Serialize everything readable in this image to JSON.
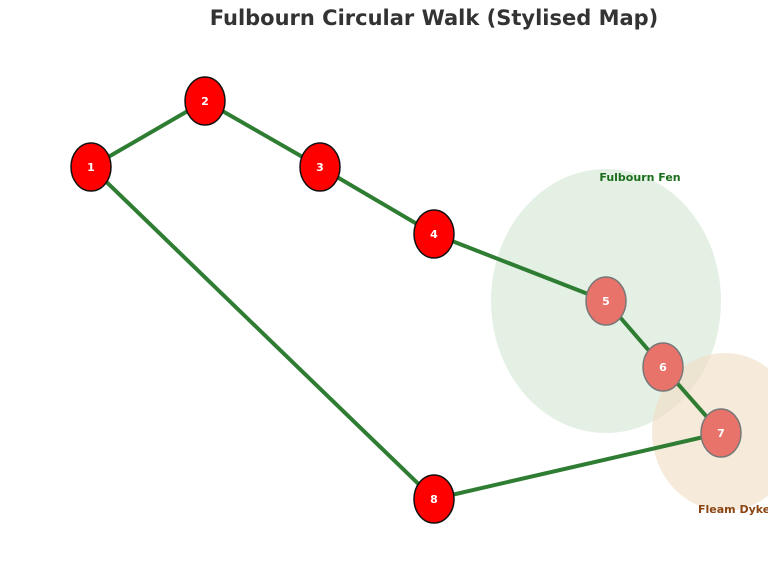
{
  "map": {
    "title": "Fulbourn Circular Walk (Stylised Map)",
    "route_color": "#2e7d32",
    "regions": [
      {
        "name": "Fulbourn Fen",
        "fill": "#d4e6d4",
        "label_color": "#1b6e1b"
      },
      {
        "name": "Fleam Dyke",
        "fill": "#f0dcc2",
        "label_color": "#8b4513"
      }
    ],
    "stops": [
      {
        "label": "1",
        "fill": "#ff0000",
        "in_region": false
      },
      {
        "label": "2",
        "fill": "#ff0000",
        "in_region": false
      },
      {
        "label": "3",
        "fill": "#ff0000",
        "in_region": false
      },
      {
        "label": "4",
        "fill": "#ff0000",
        "in_region": false
      },
      {
        "label": "5",
        "fill": "#e8736a",
        "in_region": true
      },
      {
        "label": "6",
        "fill": "#e8736a",
        "in_region": true
      },
      {
        "label": "7",
        "fill": "#e8736a",
        "in_region": true
      },
      {
        "label": "8",
        "fill": "#ff0000",
        "in_region": false
      }
    ]
  }
}
